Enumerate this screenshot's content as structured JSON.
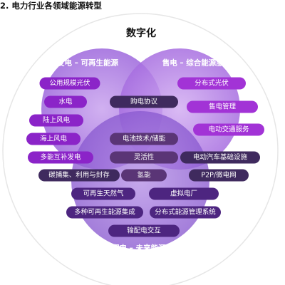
{
  "title": "2. 电力行业各领域能源转型",
  "top_label": "数字化",
  "circles": {
    "left": {
      "title": "发电 – 可再生能源",
      "color": "#8a4fd0"
    },
    "right": {
      "title": "售电 – 综合能源服务",
      "color": "#9e5ad8"
    },
    "bottom": {
      "title": "输配电 – 未来能源网络",
      "color": "#7a48c2"
    }
  },
  "items": {
    "left": [
      "公用规模光伏",
      "水电",
      "陆上风电",
      "海上风电",
      "多能互补发电"
    ],
    "right": [
      "分布式光伏",
      "售电管理",
      "电动交通服务"
    ],
    "left_right": [
      "购电协议"
    ],
    "center": [
      "电池技术/储能",
      "灵活性"
    ],
    "right_bottom": [
      "电动汽车基础设施",
      "P2P/微电网"
    ],
    "left_bottom": [
      "碳捕集、利用与封存"
    ],
    "center_bottom": [
      "氢能"
    ],
    "bottom": [
      "可再生天然气",
      "虚拟电厂",
      "多种可再生能源集成",
      "分布式能源管理系统",
      "输配电交互"
    ]
  }
}
